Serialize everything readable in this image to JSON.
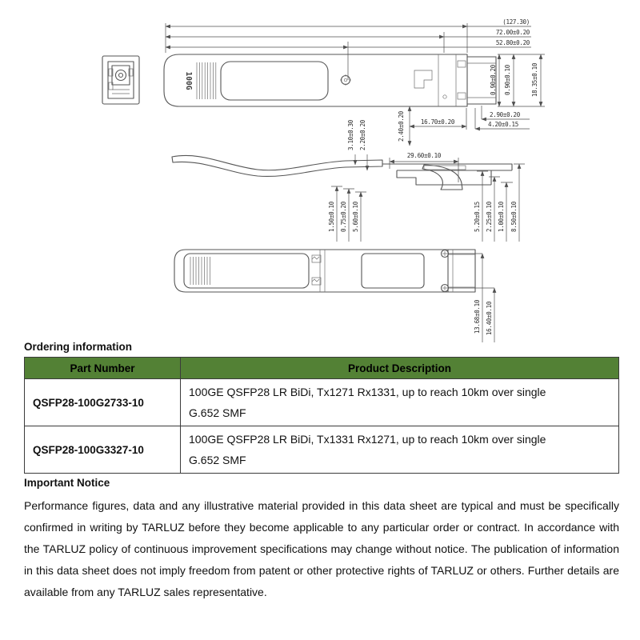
{
  "drawing": {
    "module_label": "100G",
    "dims": {
      "overall_ref": "(127.30)",
      "len72": "72.00±0.20",
      "len528": "52.80±0.20",
      "h090a": "0.90±0.20",
      "h090b": "0.90±0.10",
      "w1835": "18.35±0.10",
      "d290": "2.90±0.20",
      "d420": "4.20±0.15",
      "d1670": "16.70±0.20",
      "d240": "2.40±0.20",
      "d310": "3.10±0.30",
      "d220": "2.20±0.20",
      "d2960": "29.60±0.10",
      "d150": "1.50±0.10",
      "d075": "0.75±0.20",
      "d560": "5.60±0.10",
      "d520": "5.20±0.15",
      "d225": "2.25±0.10",
      "d100": "1.00±0.10",
      "d850": "8.50±0.10",
      "d1368": "13.68±0.10",
      "d1640": "16.40±0.10"
    }
  },
  "ordering": {
    "heading": "Ordering information",
    "columns": [
      "Part Number",
      "Product Description"
    ],
    "rows": [
      {
        "part": "QSFP28-100G2733-10",
        "description": "100GE QSFP28 LR BiDi, Tx1271 Rx1331, up to reach 10km over single G.652 SMF"
      },
      {
        "part": "QSFP28-100G3327-10",
        "description": "100GE QSFP28 LR BiDi, Tx1331 Rx1271, up to reach 10km over single G.652 SMF"
      }
    ]
  },
  "notice": {
    "heading": "Important Notice",
    "body": "Performance figures, data and any illustrative material provided in this data sheet are typical and must be specifically confirmed in writing by TARLUZ before they become applicable to any particular order or contract. In accordance with the TARLUZ policy of continuous improvement specifications may change without notice. The publication of information in this data sheet does not imply freedom from patent or other protective rights of TARLUZ or others. Further details are available from any TARLUZ sales representative."
  },
  "colors": {
    "table_header_green": "#538135",
    "drawing_line": "#565656"
  }
}
